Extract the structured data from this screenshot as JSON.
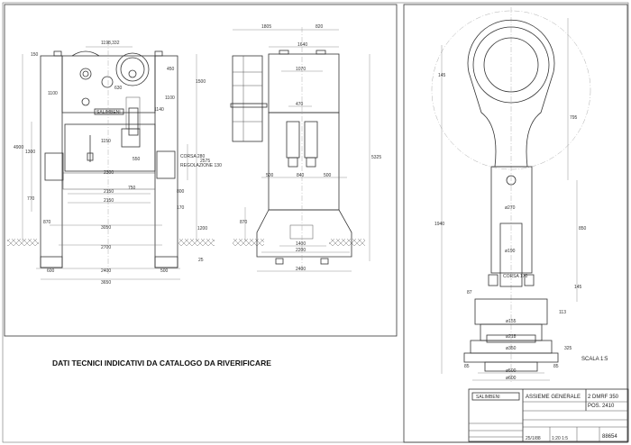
{
  "note": "DATI TECNICI INDICATIVI DA CATALOGO DA RIVERIFICARE",
  "front_view": {
    "brand_plate": "SALIMBENI",
    "dims": {
      "top_offset": "1198,332",
      "d150": "150",
      "d450": "450",
      "d1100_left": "1100",
      "d1100_right": "1100",
      "d1500_right": "1500",
      "d1140": "1140",
      "d630": "630",
      "d4900": "4900",
      "d1300": "1300",
      "d1150": "1150",
      "d550": "550",
      "corsa": "CORSA 280",
      "regolazione": "REGOLAZIONE 130",
      "d2575": "2575",
      "d2300": "2300",
      "d2150a": "2150",
      "d2150b": "2150",
      "d750": "750",
      "d770": "770",
      "d800": "800",
      "d170": "170",
      "d870": "870",
      "d3050": "3050",
      "d2700": "2700",
      "d1200": "1200",
      "d600": "600",
      "d2400": "2400",
      "d500": "500",
      "d3650": "3650",
      "d25": "25"
    }
  },
  "side_view": {
    "dims": {
      "d1805": "1805",
      "d820": "820",
      "d1640": "1640",
      "d1070": "1070",
      "d470": "470",
      "d500a": "500",
      "d840": "840",
      "d500b": "500",
      "d5325": "5325",
      "d870": "870",
      "d1400": "1400",
      "d2200": "2200",
      "d2400": "2400"
    }
  },
  "detail_view": {
    "scale": "SCALA 1:5",
    "dims": {
      "d145a": "145",
      "d795": "795",
      "d1940": "1940",
      "d850": "850",
      "phi270": "ø270",
      "phi190": "ø190",
      "corsa": "CORSA 170",
      "d145b": "145",
      "d87": "87",
      "d113": "113",
      "phi155": "ø155",
      "phi218": "ø218",
      "phi350": "ø350",
      "d325": "325",
      "phi500": "ø500",
      "phi600": "ø600",
      "d85a": "85",
      "d85b": "85"
    }
  },
  "title_block": {
    "logo": "SALIMBENI",
    "title": "ASSIEME GENERALE",
    "model": "2 DMRF 350",
    "pos": "POS. 2410",
    "scale": "1:20  1:5",
    "date": "25/1/88",
    "number": "88654"
  }
}
